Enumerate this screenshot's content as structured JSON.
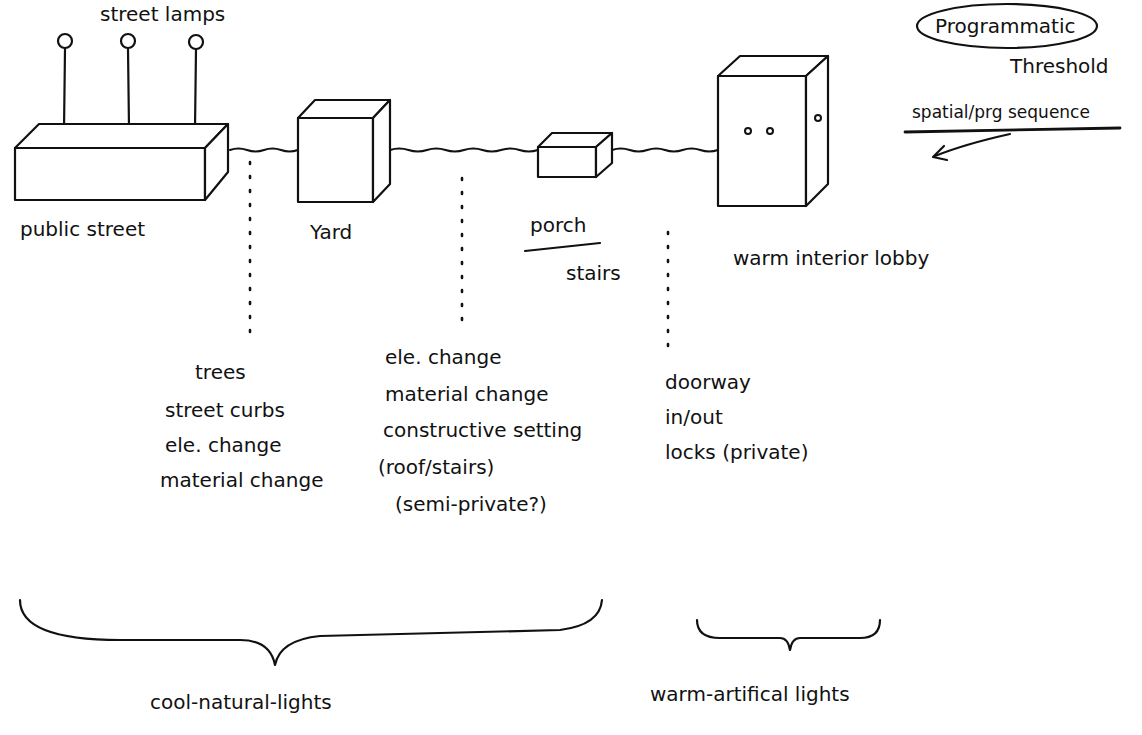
{
  "diagram": {
    "nodes": [
      {
        "text": [
          "public street"
        ]
      },
      {
        "text": [
          "Yard"
        ]
      },
      {
        "text": [
          "porch",
          "stairs"
        ]
      },
      {
        "text": [
          "warm interior lobby"
        ]
      }
    ],
    "edges": [
      {
        "from": 0,
        "to": 1,
        "arrow": "none"
      },
      {
        "from": 1,
        "to": 2,
        "arrow": "none"
      },
      {
        "from": 2,
        "to": 3,
        "arrow": "none"
      }
    ],
    "labels": [
      "street lamps",
      "Programmatic",
      "Threshold",
      "spatial/prg sequence",
      "trees",
      "street curbs",
      "ele. change",
      "material change",
      "ele. change",
      "material change",
      "constructive setting",
      "(roof/stairs)",
      "(semi-private?)",
      "doorway",
      "in/out",
      "locks (private)",
      "cool-natural-lights",
      "warm-artifical lights"
    ]
  }
}
